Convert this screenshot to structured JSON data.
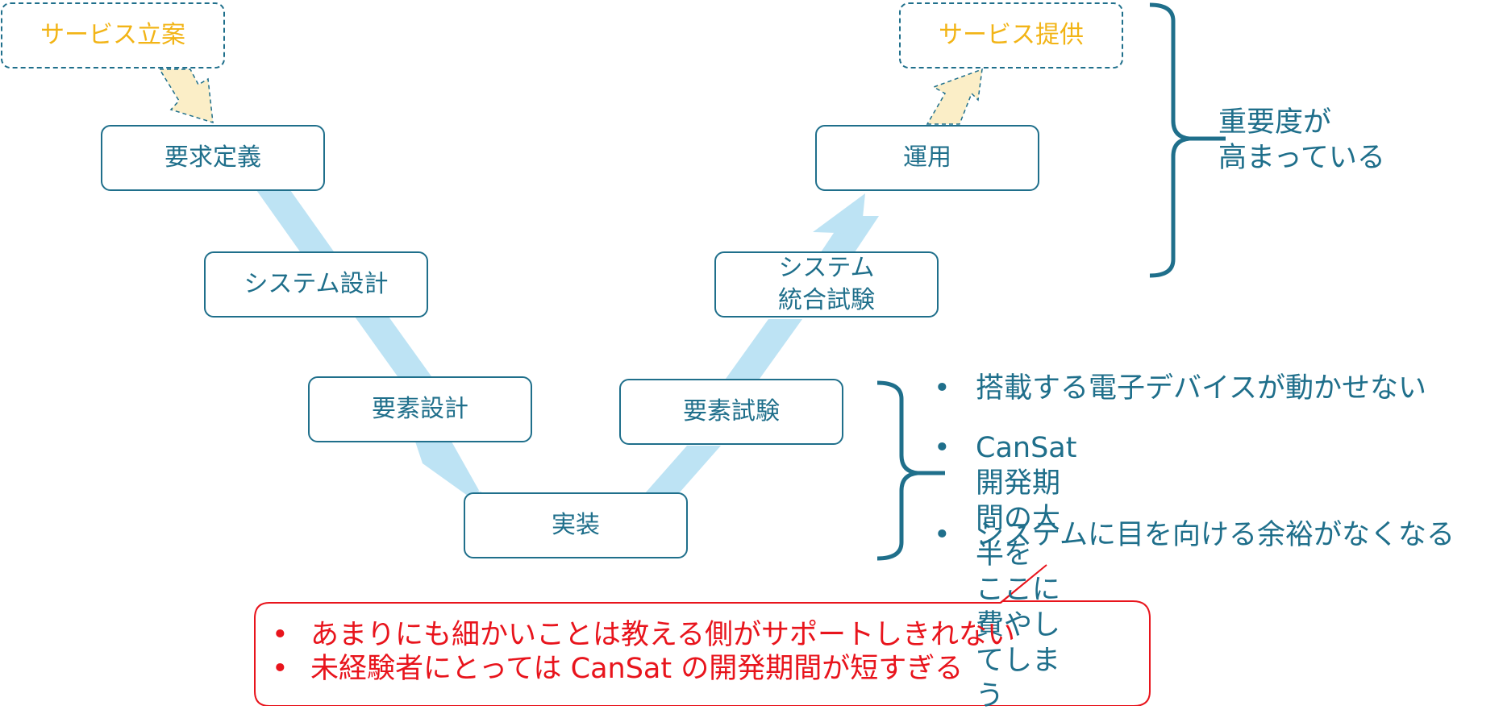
{
  "diagram": {
    "start_box": "サービス立案",
    "end_box": "サービス提供",
    "left_steps": [
      "要求定義",
      "システム設計",
      "要素設計"
    ],
    "bottom_step": "実装",
    "right_steps": [
      "要素試験",
      "システム\n統合試験",
      "運用"
    ],
    "top_note": "重要度が\n高まっている",
    "middle_bullets": [
      "搭載する電子デバイスが動かせない",
      "CanSat 開発期間の大半を\nここに費やしてしまう",
      "システムに目を向ける余裕がなくなる"
    ],
    "callout_bullets": [
      "あまりにも細かいことは教える側がサポートしきれない",
      "未経験者にとっては CanSat の開発期間が短すぎる"
    ],
    "bullet_symbol": "•"
  },
  "colors": {
    "box_border": "#1f6f8b",
    "text_teal": "#1f6f8b",
    "service_text": "#f2b416",
    "arrow_fill": "#bde3f4",
    "service_arrow_fill": "#fbeec7",
    "callout_red": "#e8141c"
  }
}
